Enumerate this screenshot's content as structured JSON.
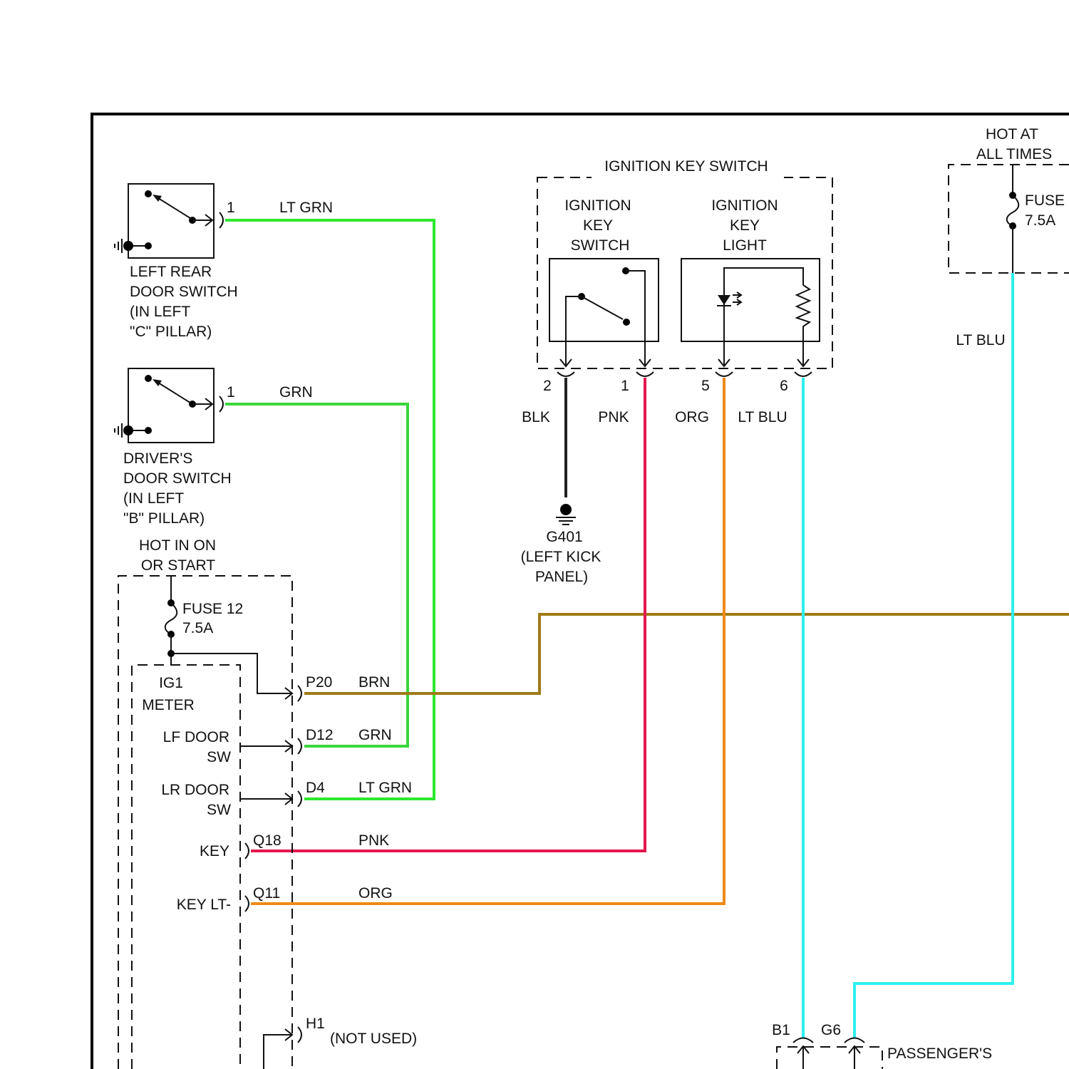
{
  "colors": {
    "lt_grn": "#2ee82e",
    "grn": "#3ad63a",
    "brn": "#9e7a16",
    "pnk": "#e3174e",
    "org": "#ee8a18",
    "lt_blu": "#2df0f0",
    "blk": "#222222"
  },
  "left_rear_switch": {
    "pin": "1",
    "wire_label": "LT GRN",
    "desc": [
      "LEFT REAR",
      "DOOR SWITCH",
      "(IN LEFT",
      "\"C\" PILLAR)"
    ]
  },
  "drivers_switch": {
    "pin": "1",
    "wire_label": "GRN",
    "desc": [
      "DRIVER'S",
      "DOOR SWITCH",
      "(IN LEFT",
      "\"B\" PILLAR)"
    ]
  },
  "ignition": {
    "title": "IGNITION KEY SWITCH",
    "switch_label": [
      "IGNITION",
      "KEY",
      "SWITCH"
    ],
    "light_label": [
      "IGNITION",
      "KEY",
      "LIGHT"
    ],
    "pins": [
      "2",
      "1",
      "5",
      "6"
    ],
    "wire_labels": [
      "BLK",
      "PNK",
      "ORG",
      "LT BLU"
    ]
  },
  "ground": {
    "id": "G401",
    "desc": [
      "(LEFT KICK",
      "PANEL)"
    ]
  },
  "hot_all": {
    "title": [
      "HOT AT",
      "ALL TIMES"
    ],
    "fuse": [
      "FUSE",
      "7.5A"
    ],
    "wire_label": "LT BLU"
  },
  "hot_on": {
    "title": [
      "HOT IN ON",
      "OR START"
    ],
    "fuse": [
      "FUSE 12",
      "7.5A"
    ]
  },
  "meter": {
    "title": [
      "IG1",
      "METER"
    ],
    "lf_door": [
      "LF DOOR",
      "SW"
    ],
    "lr_door": [
      "LR DOOR",
      "SW"
    ],
    "key": "KEY",
    "key_lt": "KEY LT-"
  },
  "connectors": {
    "p20": {
      "pin": "P20",
      "wire": "BRN"
    },
    "d12": {
      "pin": "D12",
      "wire": "GRN"
    },
    "d4": {
      "pin": "D4",
      "wire": "LT GRN"
    },
    "q18": {
      "pin": "Q18",
      "wire": "PNK"
    },
    "q11": {
      "pin": "Q11",
      "wire": "ORG"
    },
    "h1": {
      "pin": "H1",
      "note": "(NOT USED)"
    }
  },
  "junction_box": {
    "pins": [
      "B1",
      "G6"
    ],
    "label": "PASSENGER'S"
  }
}
